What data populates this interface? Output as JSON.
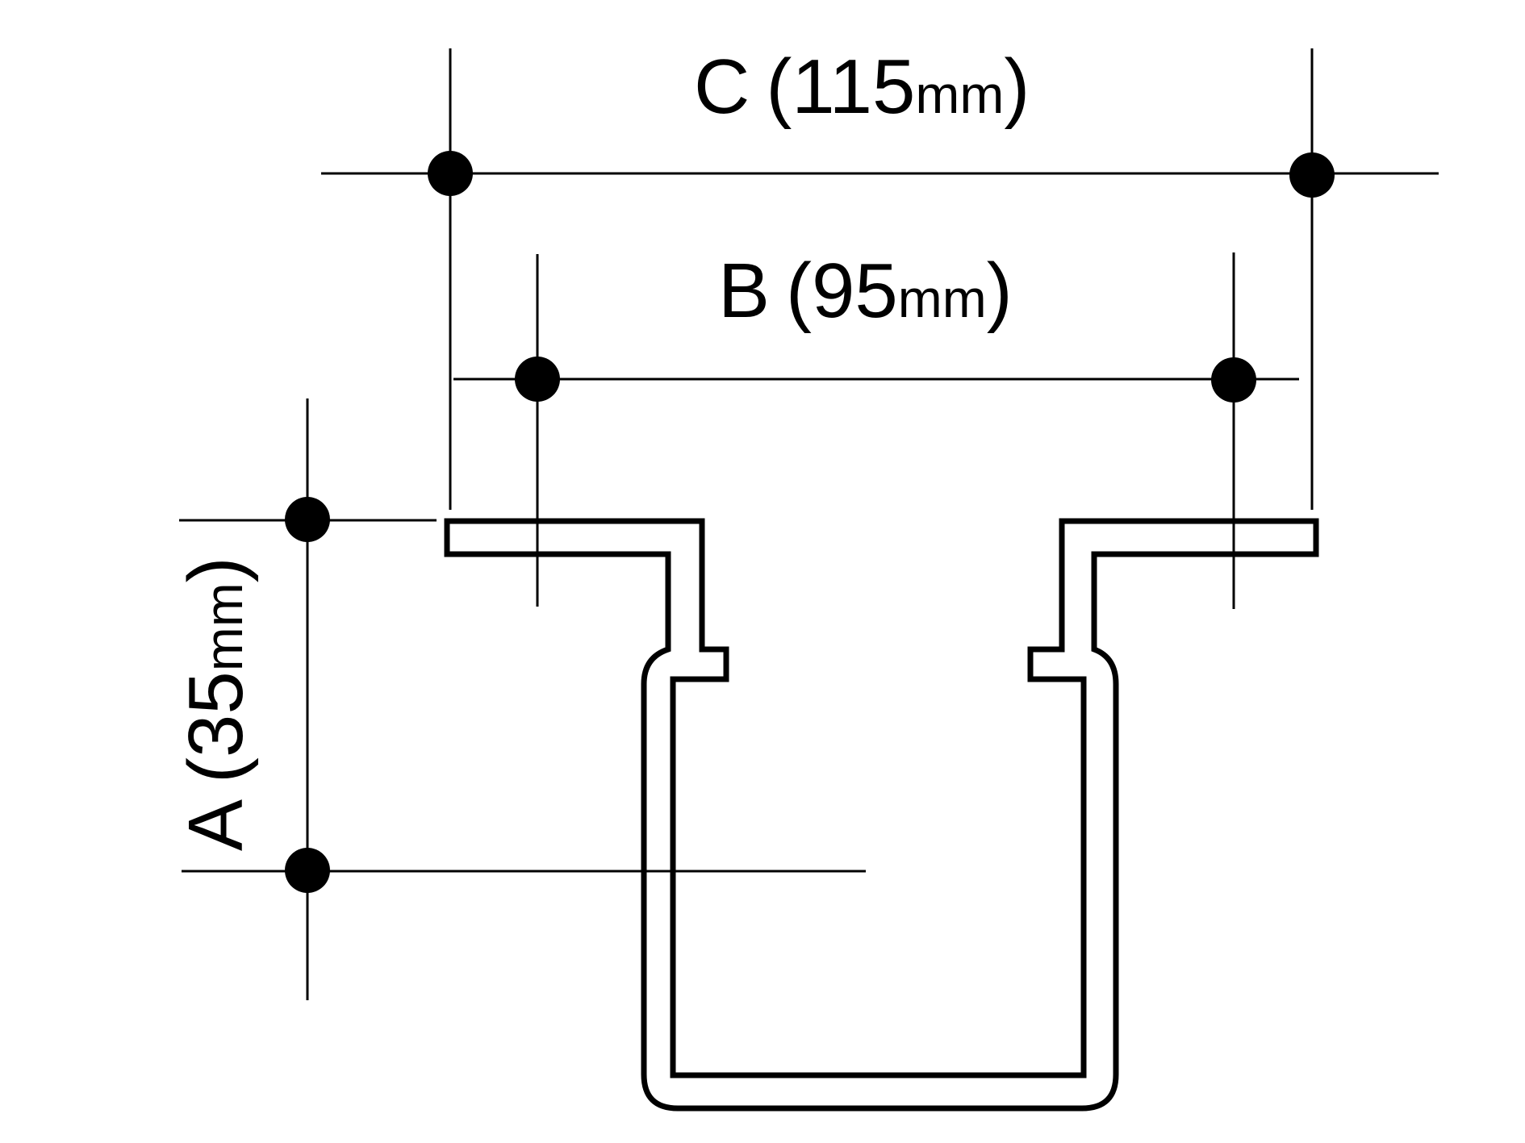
{
  "dimensions": {
    "c": {
      "letter": "C",
      "value": "(115",
      "unit": "mm",
      "close": ")"
    },
    "b": {
      "letter": "B",
      "value": "(95",
      "unit": "mm",
      "close": ")"
    },
    "a": {
      "letter": "A",
      "value": "(35",
      "unit": "mm",
      "close": ")"
    }
  },
  "colors": {
    "line": "#000000",
    "background": "#ffffff"
  }
}
